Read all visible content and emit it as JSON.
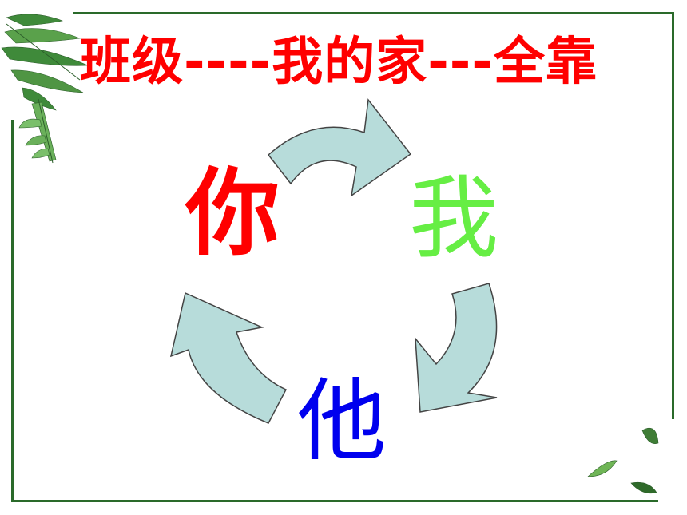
{
  "title": "班级----我的家---全靠",
  "cycle": {
    "you": "你",
    "me": "我",
    "him": "他"
  },
  "colors": {
    "title": "#ff0000",
    "you": "#ff0000",
    "me": "#66ee44",
    "him": "#0000ee",
    "arrow_fill": "#b7dcda",
    "arrow_stroke": "#444444",
    "frame": "#2a6a2a"
  },
  "decorations": {
    "top_left": "fern-leaves-icon",
    "bottom_right": "green-leaves-icon"
  }
}
